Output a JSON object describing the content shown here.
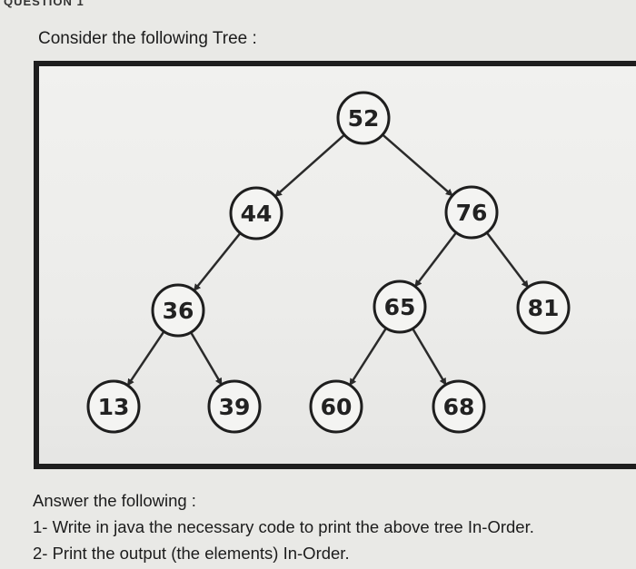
{
  "question": {
    "header": "QUESTION 1",
    "intro": "Consider the following Tree :"
  },
  "tree": {
    "nodes": [
      {
        "id": "n52",
        "label": "52"
      },
      {
        "id": "n44",
        "label": "44"
      },
      {
        "id": "n76",
        "label": "76"
      },
      {
        "id": "n36",
        "label": "36"
      },
      {
        "id": "n65",
        "label": "65"
      },
      {
        "id": "n81",
        "label": "81"
      },
      {
        "id": "n13",
        "label": "13"
      },
      {
        "id": "n39",
        "label": "39"
      },
      {
        "id": "n60",
        "label": "60"
      },
      {
        "id": "n68",
        "label": "68"
      }
    ],
    "edges": [
      [
        "n52",
        "n44"
      ],
      [
        "n52",
        "n76"
      ],
      [
        "n44",
        "n36"
      ],
      [
        "n76",
        "n65"
      ],
      [
        "n76",
        "n81"
      ],
      [
        "n36",
        "n13"
      ],
      [
        "n36",
        "n39"
      ],
      [
        "n65",
        "n60"
      ],
      [
        "n65",
        "n68"
      ]
    ]
  },
  "answer": {
    "heading": "Answer the following :",
    "items": [
      "1- Write in java the necessary code to print the above tree In-Order.",
      "2- Print the output (the elements) In-Order."
    ]
  }
}
